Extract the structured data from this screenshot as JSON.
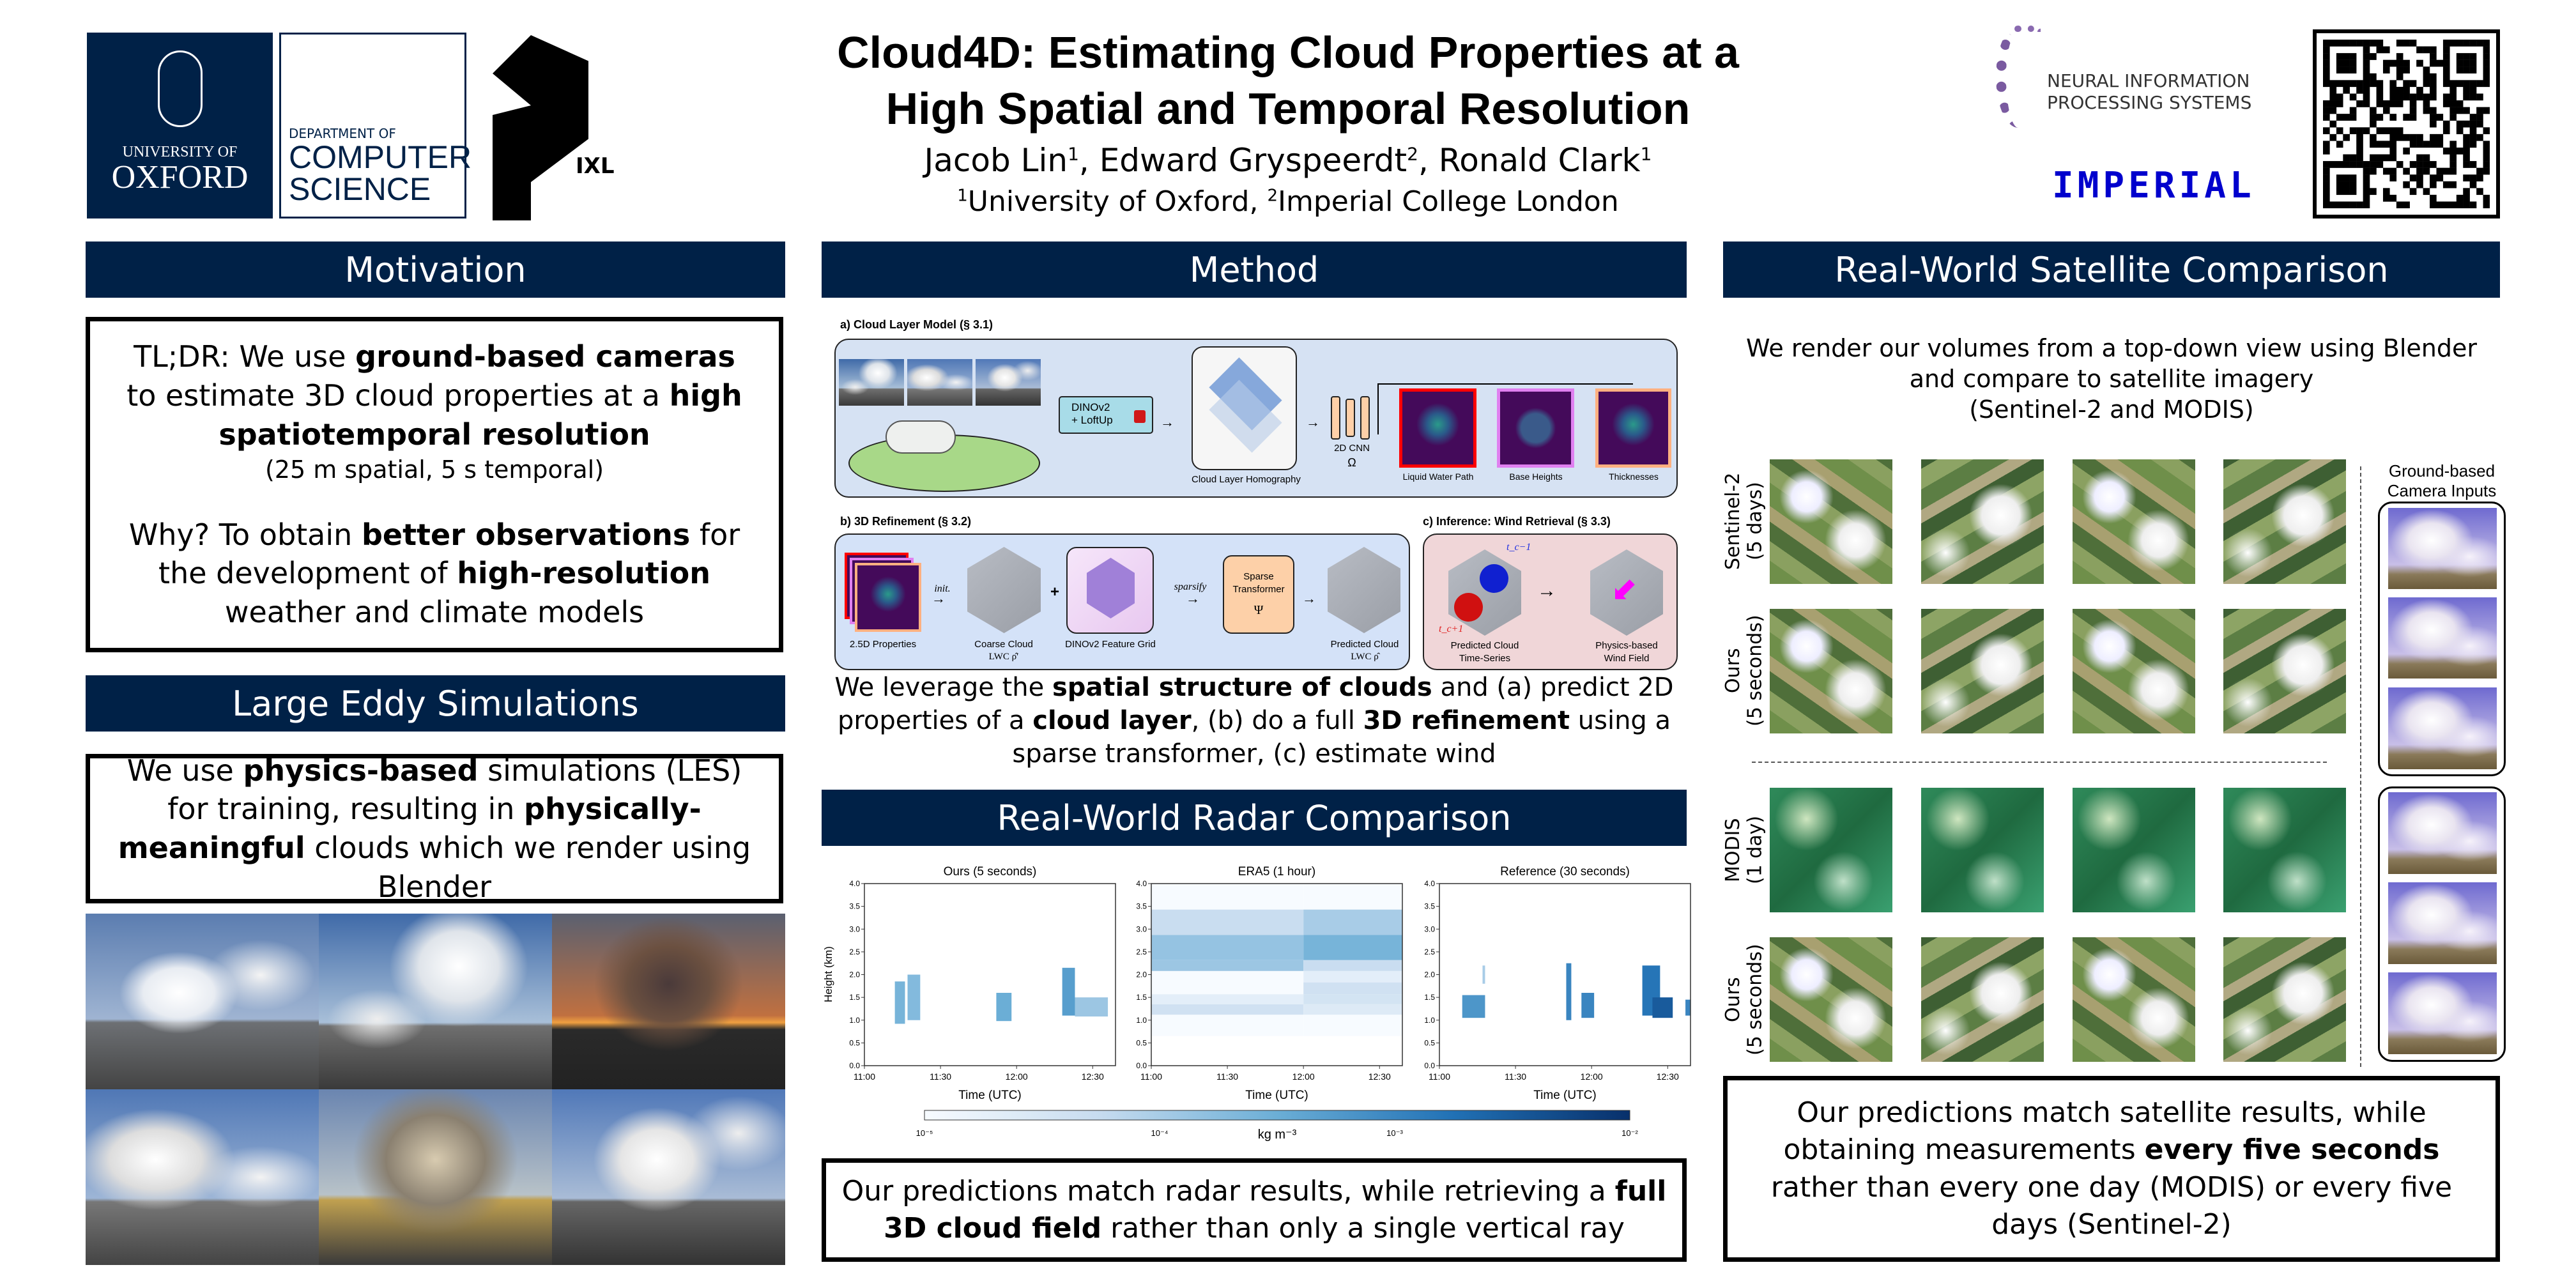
{
  "header": {
    "title_line1": "Cloud4D: Estimating Cloud Properties at a",
    "title_line2": "High Spatial and Temporal Resolution",
    "authors": [
      {
        "name": "Jacob Lin",
        "sup": "1"
      },
      {
        "name": "Edward Gryspeerdt",
        "sup": "2"
      },
      {
        "name": "Ronald Clark",
        "sup": "1"
      }
    ],
    "affiliations": [
      {
        "sup": "1",
        "name": "University of Oxford"
      },
      {
        "sup": "2",
        "name": "Imperial College London"
      }
    ],
    "logos": {
      "oxford_line1": "UNIVERSITY OF",
      "oxford_line2": "OXFORD",
      "cs_line1": "DEPARTMENT OF",
      "cs_line2": "COMPUTER",
      "cs_line3": "SCIENCE",
      "ixl": "IXL",
      "neurips_line1": "NEURAL INFORMATION",
      "neurips_line2": "PROCESSING SYSTEMS",
      "imperial": "IMPERIAL"
    }
  },
  "motivation": {
    "heading": "Motivation",
    "tldr": [
      "TL;DR: We use ",
      "ground-based cameras",
      " to estimate 3D cloud properties at a ",
      "high spatiotemporal resolution"
    ],
    "resolution": "(25 m spatial, 5 s temporal)",
    "why": [
      "Why? To obtain ",
      "better observations",
      " for the development of ",
      "high-resolution",
      " weather and climate models"
    ]
  },
  "les": {
    "heading": "Large Eddy Simulations",
    "text": [
      "We use ",
      "physics-based",
      " simulations (LES) for training, resulting in ",
      "physically-meaningful",
      " clouds which we render using Blender"
    ]
  },
  "method": {
    "heading": "Method",
    "panel_a": {
      "title": "a) Cloud Layer Model (§ 3.1)",
      "dino": "DINOv2",
      "loftup": "+ LoftUp",
      "homography": "Cloud Layer Homography",
      "cnn": "2D CNN",
      "omega": "Ω",
      "outputs": [
        "Liquid Water Path",
        "Base Heights",
        "Thicknesses"
      ],
      "output_colors": [
        "#ff0000",
        "#e080f0",
        "#ffb080"
      ]
    },
    "panel_b": {
      "title": "b) 3D Refinement (§ 3.2)",
      "props": "2.5D Properties",
      "init": "init.",
      "coarse": "Coarse Cloud",
      "coarse_sym": "LWC ρ̂′",
      "plus": "+",
      "grid": "DINOv2 Feature Grid",
      "sparsify": "sparsify",
      "sparse": "Sparse",
      "transformer": "Transformer",
      "psi": "Ψ",
      "pred": "Predicted Cloud",
      "pred_sym": "LWC ρ̂"
    },
    "panel_c": {
      "title": "c) Inference: Wind Retrieval (§ 3.3)",
      "t_prev": "t_c−1",
      "t_next": "t_c+1",
      "series1": "Predicted Cloud",
      "series2": "Time-Series",
      "wind1": "Physics-based",
      "wind2": "Wind Field"
    },
    "summary": [
      "We leverage the ",
      "spatial structure of clouds",
      " and (a) predict 2D properties of a ",
      "cloud layer",
      ", (b) do a full ",
      "3D refinement",
      " using a sparse transformer, (c) estimate wind"
    ]
  },
  "radar": {
    "heading": "Real-World Radar Comparison",
    "conclusion": [
      "Our predictions match radar results, while retrieving a ",
      "full 3D cloud field",
      " rather than only a single vertical ray"
    ]
  },
  "chart_data": [
    {
      "type": "heatmap",
      "title": "Ours (5 seconds)",
      "xlabel": "Time (UTC)",
      "ylabel": "Height (km)",
      "ylim": [
        0,
        4
      ],
      "xlim_minutes_after_1100": [
        0,
        99
      ],
      "xticks": [
        "11:00",
        "11:30",
        "12:00",
        "12:30"
      ],
      "yticks": [
        "0.0",
        "0.5",
        "1.0",
        "1.5",
        "2.0",
        "2.5",
        "3.0",
        "3.5",
        "4.0"
      ],
      "cells": [
        {
          "t0": 12,
          "t1": 16,
          "h0": 0.92,
          "h1": 1.85,
          "log_lwc": -3.6
        },
        {
          "t0": 17,
          "t1": 22,
          "h0": 1.0,
          "h1": 2.0,
          "log_lwc": -3.7
        },
        {
          "t0": 52,
          "t1": 58,
          "h0": 0.98,
          "h1": 1.6,
          "log_lwc": -3.5
        },
        {
          "t0": 78,
          "t1": 83,
          "h0": 1.1,
          "h1": 2.15,
          "log_lwc": -3.3
        },
        {
          "t0": 83,
          "t1": 96,
          "h0": 1.08,
          "h1": 1.5,
          "log_lwc": -3.9
        }
      ]
    },
    {
      "type": "heatmap",
      "title": "ERA5 (1 hour)",
      "xlabel": "Time (UTC)",
      "ylim": [
        0,
        4
      ],
      "xlim_minutes_after_1100": [
        0,
        99
      ],
      "xticks": [
        "11:00",
        "11:30",
        "12:00",
        "12:30"
      ],
      "yticks": [
        "0.0",
        "0.5",
        "1.0",
        "1.5",
        "2.0",
        "2.5",
        "3.0",
        "3.5",
        "4.0"
      ],
      "cells": [
        {
          "t0": 0,
          "t1": 60,
          "h0": 0.65,
          "h1": 1.12,
          "log_lwc": -5.0
        },
        {
          "t0": 0,
          "t1": 60,
          "h0": 1.12,
          "h1": 1.35,
          "log_lwc": -4.4
        },
        {
          "t0": 0,
          "t1": 60,
          "h0": 1.35,
          "h1": 1.57,
          "log_lwc": -4.7
        },
        {
          "t0": 0,
          "t1": 60,
          "h0": 1.57,
          "h1": 2.08,
          "log_lwc": -5.0
        },
        {
          "t0": 0,
          "t1": 60,
          "h0": 2.08,
          "h1": 2.32,
          "log_lwc": -3.9
        },
        {
          "t0": 0,
          "t1": 60,
          "h0": 2.32,
          "h1": 2.87,
          "log_lwc": -3.85
        },
        {
          "t0": 0,
          "t1": 60,
          "h0": 2.87,
          "h1": 3.43,
          "log_lwc": -4.3
        },
        {
          "t0": 0,
          "t1": 60,
          "h0": 3.43,
          "h1": 4.0,
          "log_lwc": -5.0
        },
        {
          "t0": 60,
          "t1": 99,
          "h0": 0.65,
          "h1": 1.12,
          "log_lwc": -5.0
        },
        {
          "t0": 60,
          "t1": 99,
          "h0": 1.12,
          "h1": 1.35,
          "log_lwc": -4.6
        },
        {
          "t0": 60,
          "t1": 99,
          "h0": 1.35,
          "h1": 1.57,
          "log_lwc": -4.45
        },
        {
          "t0": 60,
          "t1": 99,
          "h0": 1.57,
          "h1": 1.83,
          "log_lwc": -4.4
        },
        {
          "t0": 60,
          "t1": 99,
          "h0": 1.83,
          "h1": 2.08,
          "log_lwc": -4.7
        },
        {
          "t0": 60,
          "t1": 99,
          "h0": 2.08,
          "h1": 2.32,
          "log_lwc": -4.3
        },
        {
          "t0": 60,
          "t1": 99,
          "h0": 2.32,
          "h1": 2.87,
          "log_lwc": -3.6
        },
        {
          "t0": 60,
          "t1": 99,
          "h0": 2.87,
          "h1": 3.43,
          "log_lwc": -4.0
        },
        {
          "t0": 60,
          "t1": 99,
          "h0": 3.43,
          "h1": 4.0,
          "log_lwc": -5.0
        }
      ]
    },
    {
      "type": "heatmap",
      "title": "Reference (30 seconds)",
      "xlabel": "Time (UTC)",
      "ylim": [
        0,
        4
      ],
      "xlim_minutes_after_1100": [
        0,
        99
      ],
      "xticks": [
        "11:00",
        "11:30",
        "12:00",
        "12:30"
      ],
      "yticks": [
        "0.0",
        "0.5",
        "1.0",
        "1.5",
        "2.0",
        "2.5",
        "3.0",
        "3.5",
        "4.0"
      ],
      "cells": [
        {
          "t0": 9,
          "t1": 18,
          "h0": 1.05,
          "h1": 1.55,
          "log_lwc": -3.2
        },
        {
          "t0": 17,
          "t1": 18,
          "h0": 1.8,
          "h1": 2.2,
          "log_lwc": -4.0
        },
        {
          "t0": 50,
          "t1": 52,
          "h0": 1.0,
          "h1": 2.25,
          "log_lwc": -3.0
        },
        {
          "t0": 56,
          "t1": 61,
          "h0": 1.05,
          "h1": 1.6,
          "log_lwc": -3.0
        },
        {
          "t0": 80,
          "t1": 87,
          "h0": 1.1,
          "h1": 2.2,
          "log_lwc": -2.8
        },
        {
          "t0": 84,
          "t1": 92,
          "h0": 1.05,
          "h1": 1.5,
          "log_lwc": -2.5
        },
        {
          "t0": 97,
          "t1": 99,
          "h0": 1.1,
          "h1": 1.45,
          "log_lwc": -3.0
        }
      ]
    }
  ],
  "colorbar": {
    "label": "kg m⁻³",
    "ticks": [
      "10⁻⁵",
      "10⁻⁴",
      "10⁻³",
      "10⁻²"
    ],
    "range_log10": [
      -5,
      -2
    ]
  },
  "satellite": {
    "heading": "Real-World Satellite Comparison",
    "intro": [
      "We render our volumes from a top-down view using Blender",
      "and compare to satellite imagery",
      "(Sentinel-2 and MODIS)"
    ],
    "rows": [
      {
        "label1": "Sentinel-2",
        "label2": "(5 days)"
      },
      {
        "label1": "Ours",
        "label2": "(5 seconds)"
      },
      {
        "label1": "MODIS",
        "label2": "(1 day)"
      },
      {
        "label1": "Ours",
        "label2": "(5 seconds)"
      }
    ],
    "camera_label1": "Ground-based",
    "camera_label2": "Camera Inputs",
    "conclusion": [
      "Our predictions match satellite results, while obtaining measurements ",
      "every five seconds",
      " rather than every one day (MODIS) or every five days (Sentinel-2)"
    ]
  }
}
